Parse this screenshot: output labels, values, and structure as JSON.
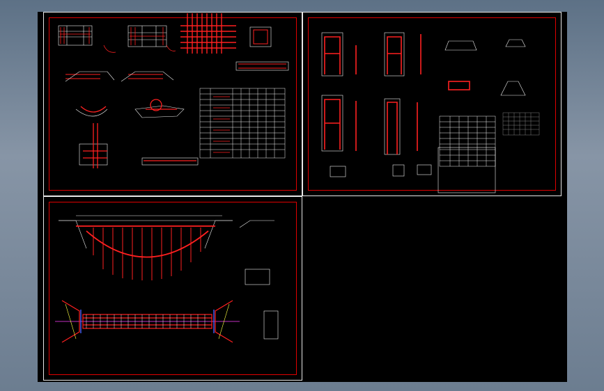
{
  "colors": {
    "background": "#000000",
    "sheet_border": "#e8e8e8",
    "frame": "#e00000",
    "line_red": "#ff2020",
    "line_white": "#f0f0f0",
    "line_cyan": "#40e0ff",
    "line_yellow": "#ffff40",
    "line_magenta": "#ff40ff",
    "line_blue": "#4060ff",
    "window_gradient": "#6c7d90"
  },
  "sheets": [
    {
      "id": "sheet-top-left",
      "kind": "details-and-table"
    },
    {
      "id": "sheet-top-right",
      "kind": "column-details-and-tables"
    },
    {
      "id": "sheet-bottom-left",
      "kind": "bridge-elevation-and-plan"
    }
  ],
  "tables": {
    "top_left_rows": 12,
    "top_left_cols": 9,
    "top_right_rows": 9,
    "top_right_cols": 7
  }
}
